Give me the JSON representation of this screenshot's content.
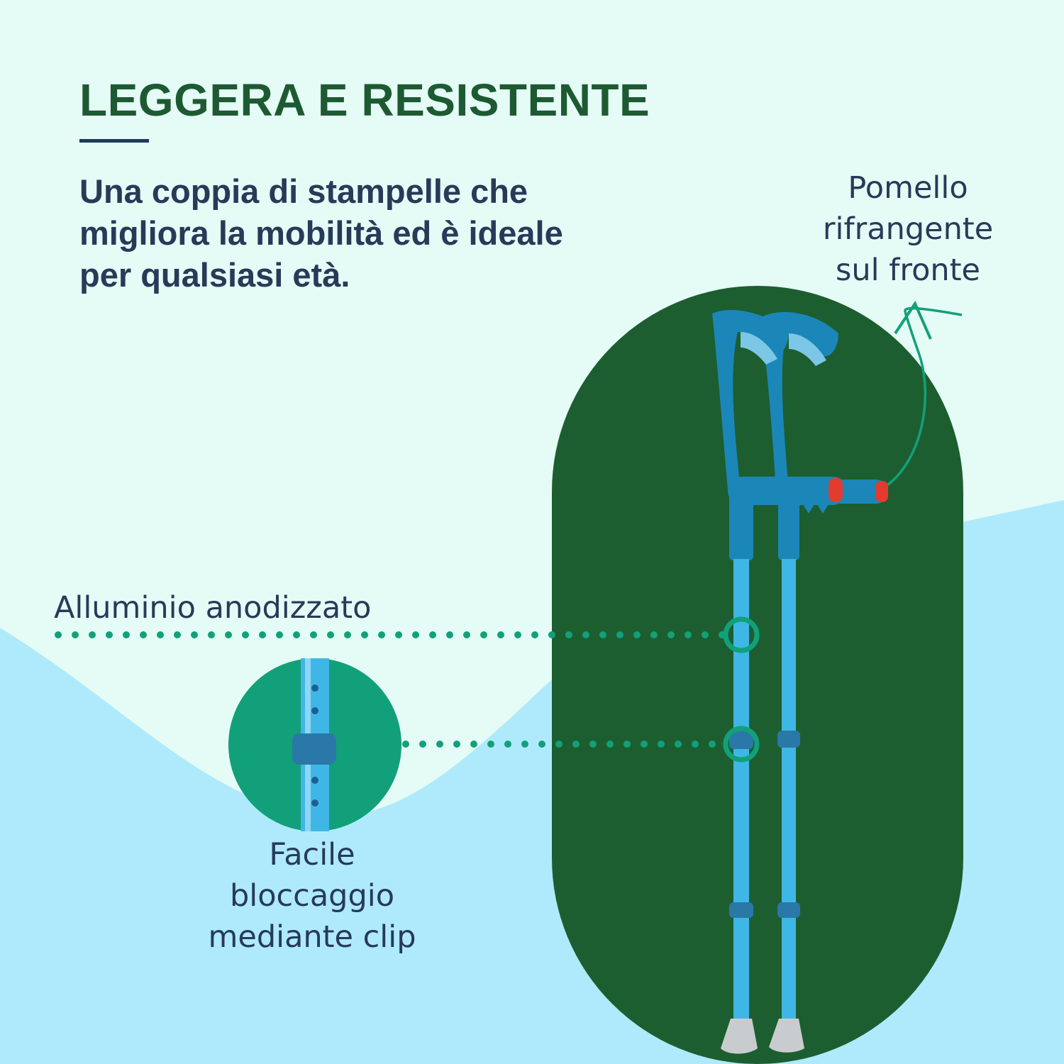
{
  "headline": "LEGGERA E RESISTENTE",
  "lead": "Una coppia di stampelle che migliora la mobilità ed è ideale per qualsiasi età.",
  "callouts": {
    "knob": [
      "Pomello",
      "rifrangente",
      "sul fronte"
    ],
    "aluminium": "Alluminio anodizzato",
    "clip": [
      "Facile",
      "bloccaggio",
      "mediante clip"
    ]
  },
  "colors": {
    "page_background": "#e5fbf6",
    "wave": "#aeeafb",
    "pill_panel": "#1d5e30",
    "accent_teal": "#12a07a",
    "headline_green": "#1d5a32",
    "text_navy": "#273a58",
    "crutch_blue": "#3fb7e6",
    "crutch_cuff": "#1b86b8",
    "reflector": "#e23b2f"
  }
}
